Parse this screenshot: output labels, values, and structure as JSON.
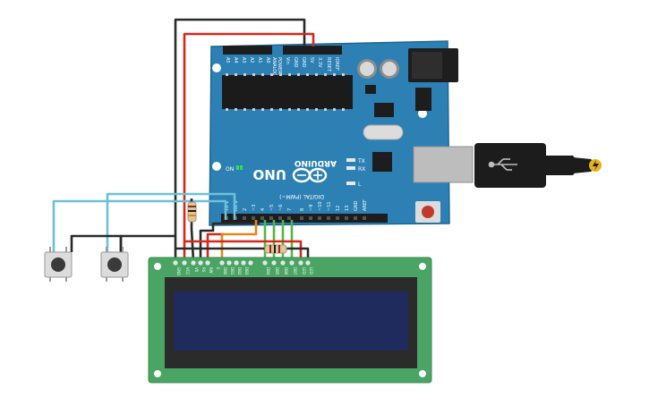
{
  "arduino": {
    "brand_text": "ARDUINO",
    "model_text": "UNO",
    "analog_header_label": "ANALOG IN",
    "analog_pins": [
      "A5",
      "A4",
      "A3",
      "A2",
      "A1",
      "A0"
    ],
    "power_header_label": "POWER",
    "power_pins": [
      "Vin",
      "GND",
      "GND",
      "5V",
      "3.3V",
      "RESET",
      "IOREF"
    ],
    "digital_header_label": "DIGITAL (PWM~)",
    "digital_pins": [
      "TX 1",
      "RX 0",
      "2",
      "~3",
      "4",
      "~5",
      "~6",
      "7",
      "8",
      "~9",
      "~10",
      "~11",
      "12",
      "13",
      "GND",
      "AREF"
    ],
    "on_led_label": "ON",
    "tx_led_label": "TX",
    "rx_led_label": "RX",
    "l_led_label": "L"
  },
  "lcd": {
    "pin_labels": [
      "GND",
      "VCC",
      "V0",
      "RS",
      "RW",
      "E",
      "DB0",
      "DB1",
      "DB2",
      "DB3",
      "DB4",
      "DB5",
      "DB6",
      "DB7",
      "LED",
      "LED"
    ],
    "colors": {
      "pcb": "#4aa564",
      "bezel": "#2b2b2b",
      "screen": "#1e2b5c"
    }
  },
  "wire_colors": {
    "gnd": "#2a2a2a",
    "vcc": "#d42a1e",
    "button": "#6cc1d8",
    "data": "#4fb944",
    "enable": "#e08a1a"
  },
  "icons": {
    "arduino_logo": "infinity-logo-icon",
    "usb_symbol": "usb-icon",
    "lightning": "lightning-icon"
  }
}
